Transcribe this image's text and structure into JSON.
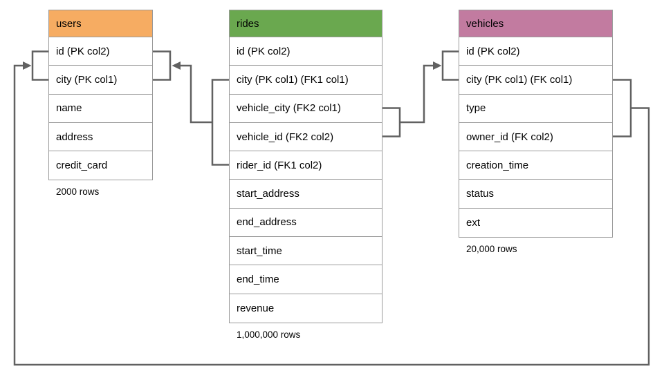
{
  "diagram": {
    "title": "database schema diagram",
    "background_color": "#ffffff",
    "line_color": "#616161",
    "border_color": "#999999",
    "tables": [
      {
        "id": "users",
        "name": "users",
        "header_color": "#F6AC62",
        "columns": [
          "id (PK col2)",
          "city (PK col1)",
          "name",
          "address",
          "credit_card"
        ],
        "row_count": "2000 rows"
      },
      {
        "id": "rides",
        "name": "rides",
        "header_color": "#6AA84F",
        "columns": [
          "id (PK col2)",
          "city (PK col1) (FK1 col1)",
          "vehicle_city (FK2 col1)",
          "vehicle_id (FK2 col2)",
          "rider_id (FK1 col2)",
          "start_address",
          "end_address",
          "start_time",
          "end_time",
          "revenue"
        ],
        "row_count": "1,000,000 rows"
      },
      {
        "id": "vehicles",
        "name": "vehicles",
        "header_color": "#C27BA0",
        "columns": [
          "id (PK col2)",
          "city (PK col1) (FK col1)",
          "type",
          "owner_id (FK col2)",
          "creation_time",
          "status",
          "ext"
        ],
        "row_count": "20,000 rows"
      }
    ],
    "relationships": [
      {
        "name": "FK1",
        "from": "rides (city, rider_id)",
        "to": "users (id, city)"
      },
      {
        "name": "FK2",
        "from": "rides (vehicle_city, vehicle_id)",
        "to": "vehicles (id, city)"
      },
      {
        "name": "FK",
        "from": "vehicles (city, owner_id)",
        "to": "users (id, city)"
      }
    ]
  }
}
